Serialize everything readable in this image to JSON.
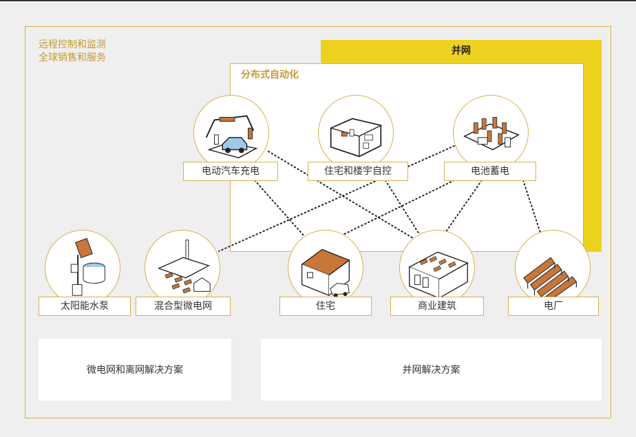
{
  "intro": {
    "line1": "远程控制和监测",
    "line2": "全球销售和服务"
  },
  "grid": {
    "title": "并网"
  },
  "distributed": {
    "title": "分布式自动化"
  },
  "nodes": {
    "ev_charging": "电动汽车充电",
    "home_building": "住宅和楼宇自控",
    "battery_storage": "电池蓄电",
    "solar_pump": "太阳能水泵",
    "hybrid_microgrid": "混合型微电网",
    "residential": "住宅",
    "commercial": "商业建筑",
    "power_plant": "电厂"
  },
  "solutions": {
    "microgrid": "微电网和离网解决方案",
    "grid": "并网解决方案"
  },
  "colors": {
    "accent": "#d5b04a",
    "grid_band": "#ecd21e",
    "text_accent": "#c59a35",
    "background": "#efefef"
  }
}
